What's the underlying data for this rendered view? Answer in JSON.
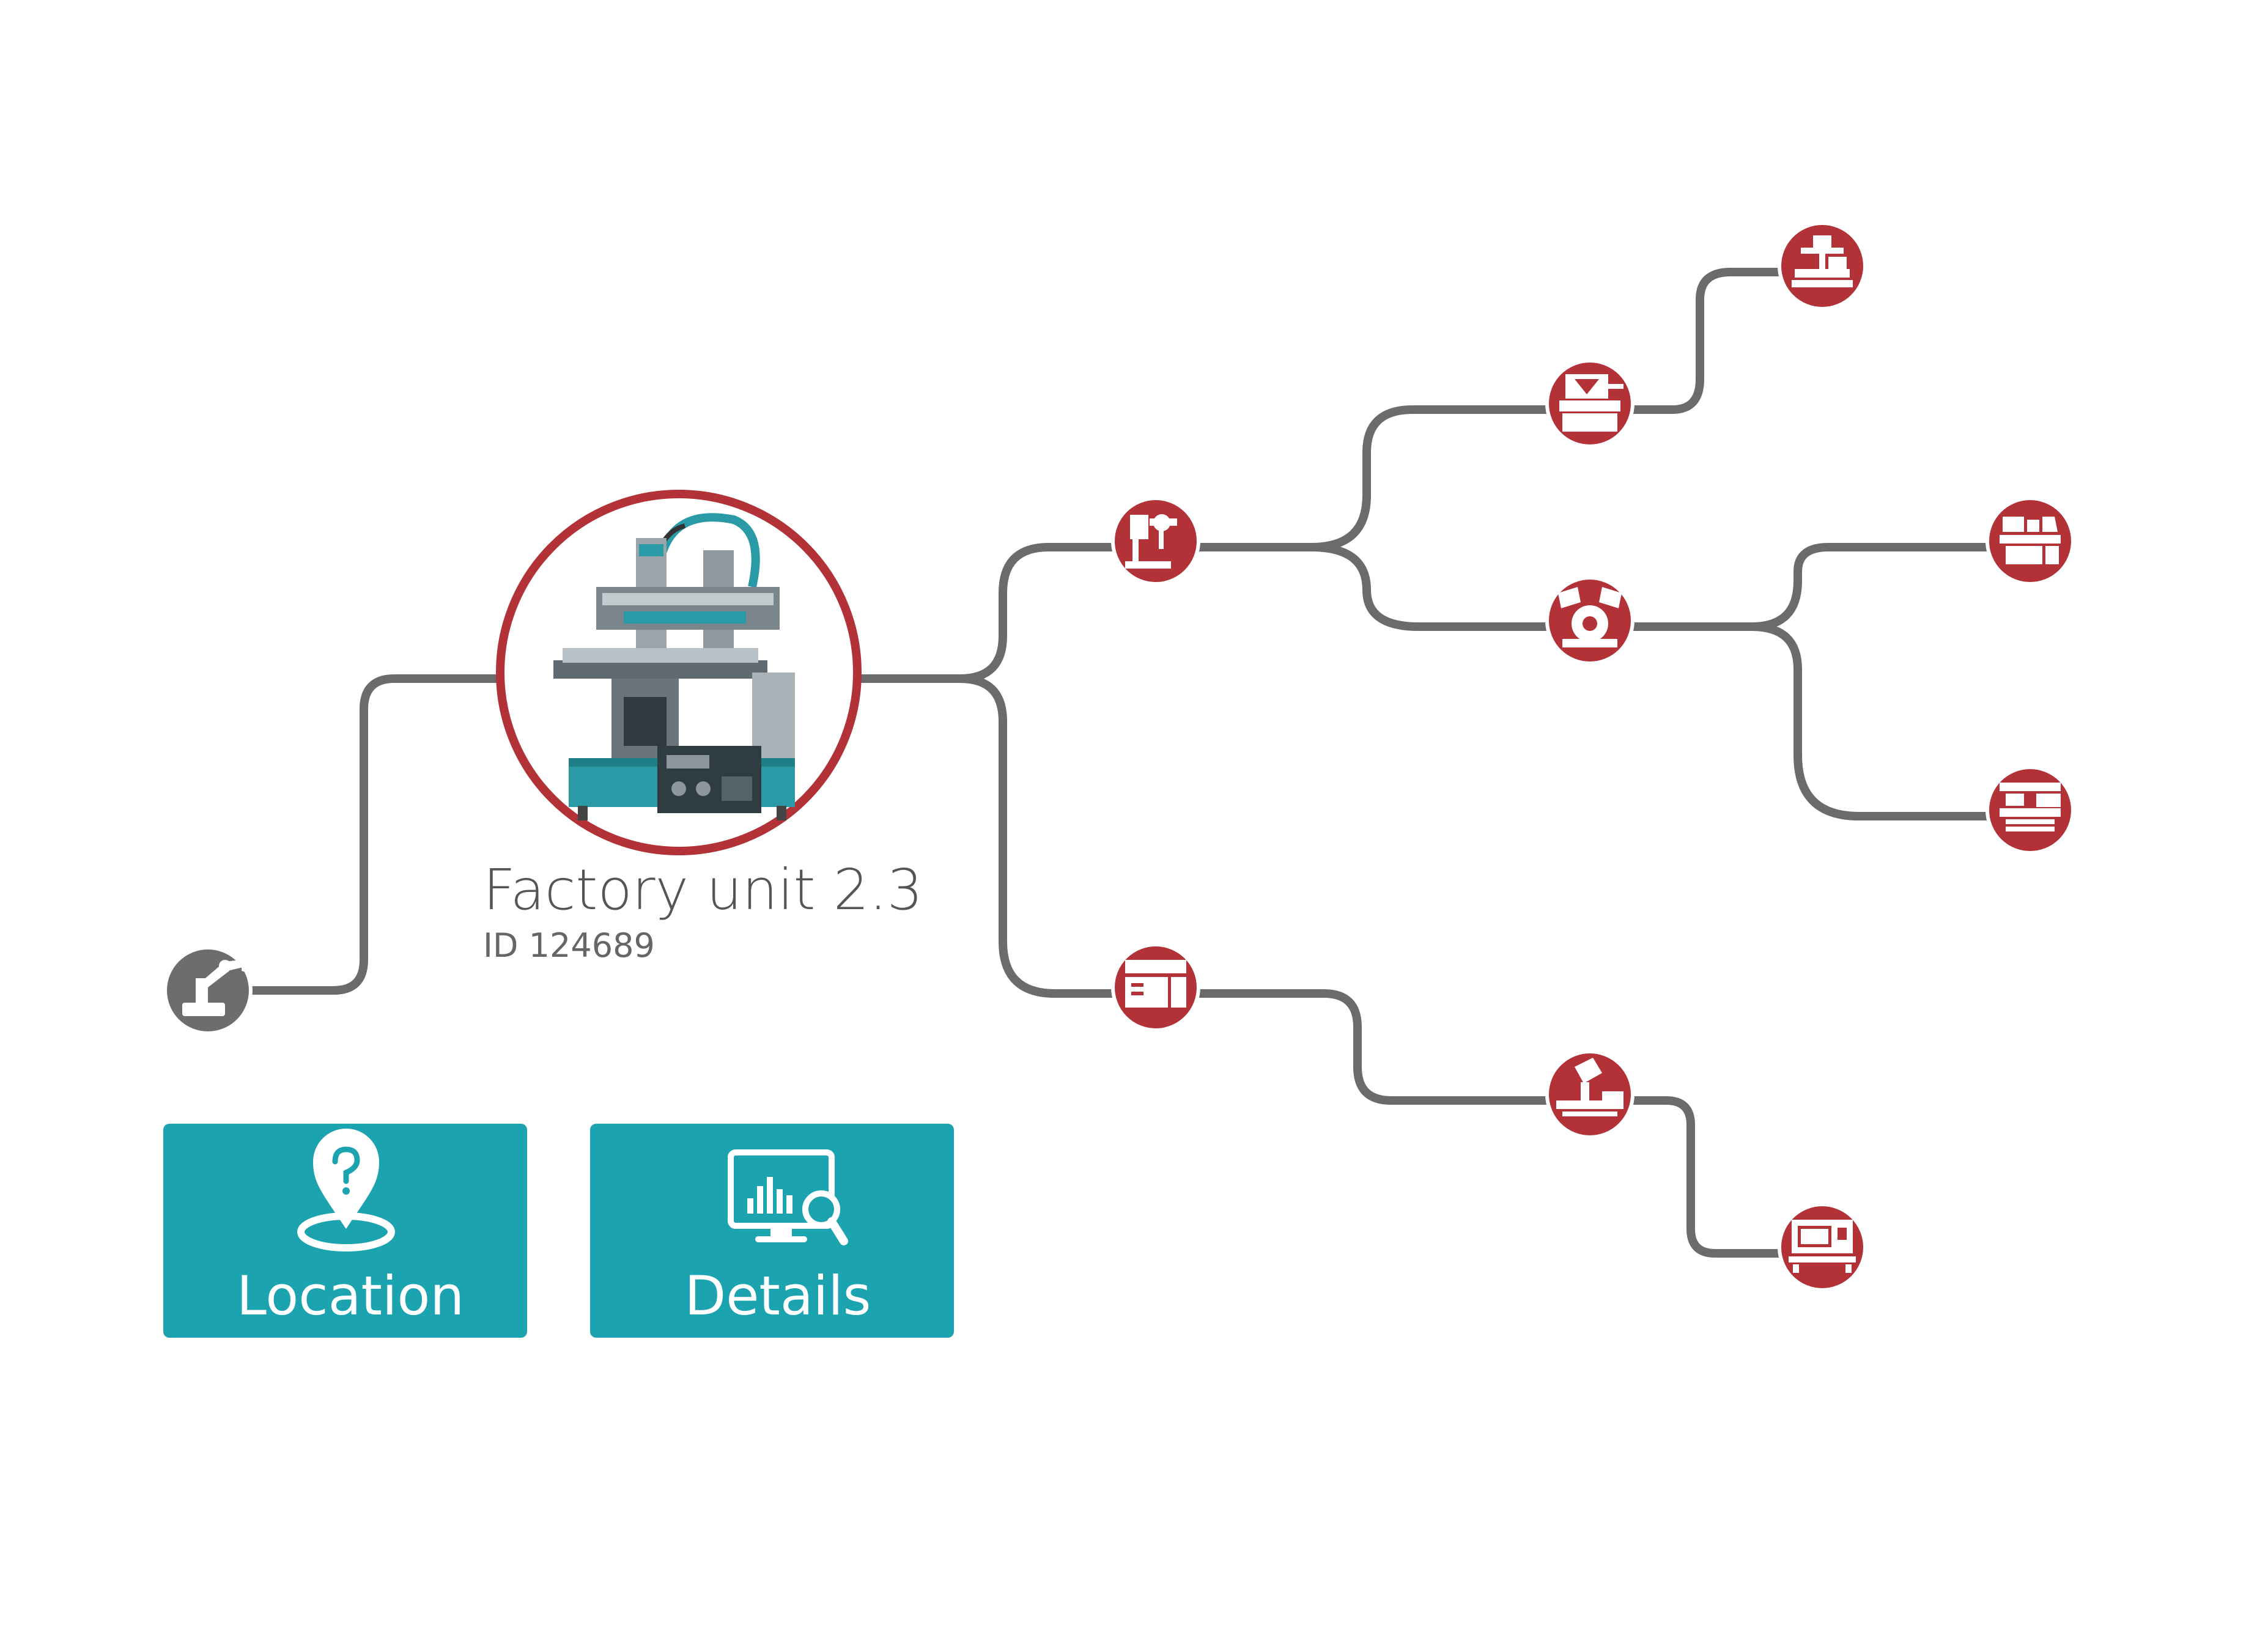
{
  "unit": {
    "title": "Factory unit 2.3",
    "id_label": "ID 124689"
  },
  "buttons": {
    "location_label": "Location",
    "details_label": "Details"
  },
  "colors": {
    "node_fill": "#b23238",
    "root_node_fill": "#6d6d6d",
    "connector": "#6b6b6b",
    "button_fill": "#1ca3b0",
    "main_ring": "#b23238",
    "machine_teal": "#2a9aa6"
  },
  "icons": {
    "root_node": "robot-arm-icon",
    "main_unit": "screen-printing-machine-icon",
    "location": "map-pin-question-icon",
    "details": "monitor-chart-magnifier-icon"
  }
}
